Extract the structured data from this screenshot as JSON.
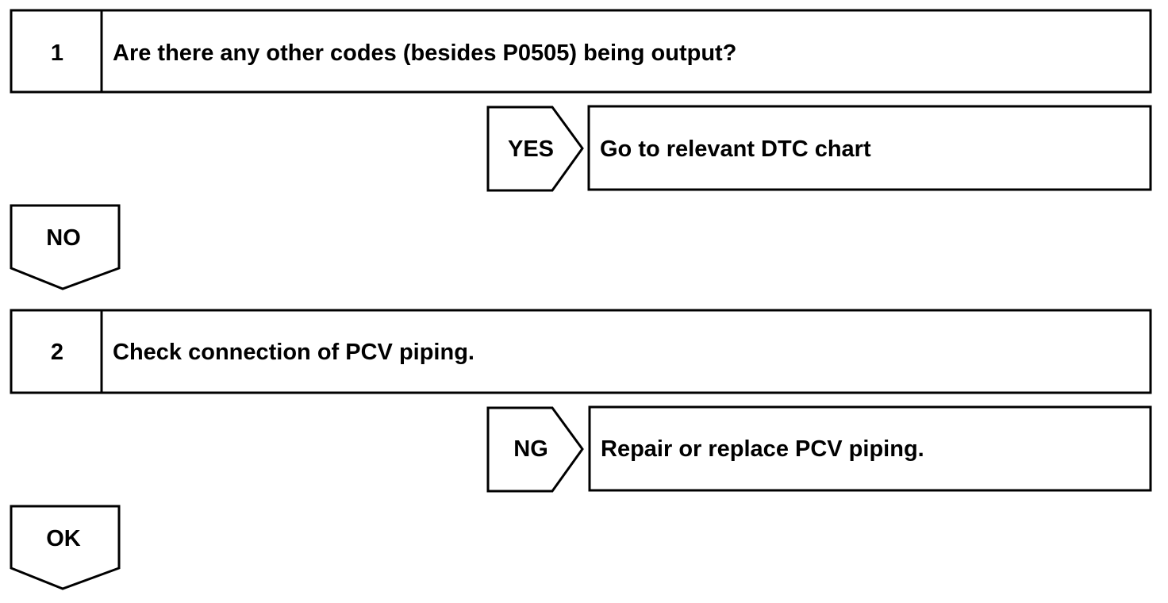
{
  "steps": [
    {
      "number": "1",
      "text": "Are there any other codes (besides P0505) being output?"
    },
    {
      "number": "2",
      "text": "Check connection of PCV piping."
    }
  ],
  "branches": [
    {
      "label": "YES",
      "text": "Go to relevant DTC chart"
    },
    {
      "label": "NG",
      "text": "Repair or replace PCV piping."
    }
  ],
  "flow_arrows": [
    {
      "label": "NO"
    },
    {
      "label": "OK"
    }
  ]
}
